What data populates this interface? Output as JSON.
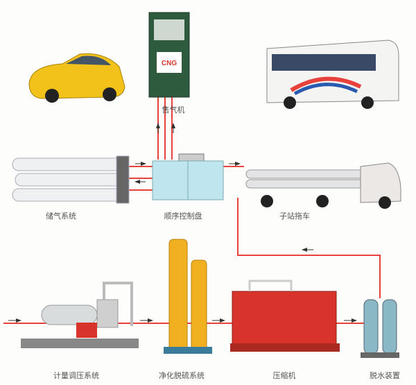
{
  "labels": {
    "dispenser": "售气机",
    "storage": "储气系统",
    "control_panel": "顺序控制盘",
    "trailer": "子站拖车",
    "metering": "计量调压系统",
    "purification": "净化脱硫系统",
    "compressor": "压缩机",
    "dehydrator": "脱水装置"
  },
  "dispenser_sign": "CNG",
  "colors": {
    "pipe": "#e8403a",
    "dispenser": "#2e5a3e",
    "taxi": "#f2c21a",
    "equipment_red": "#d8342c",
    "tower": "#f0b020"
  }
}
